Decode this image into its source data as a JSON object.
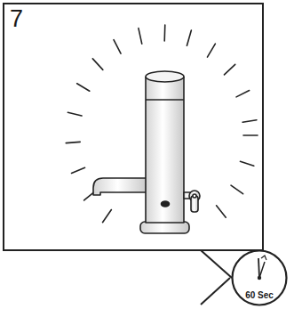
{
  "diagram": {
    "nodes": [
      {
        "text": [
          "7"
        ]
      },
      {
        "text": [
          "60 Sec"
        ]
      }
    ],
    "edges": [
      {
        "from": 0,
        "to": 1,
        "arrow": "to"
      }
    ]
  }
}
